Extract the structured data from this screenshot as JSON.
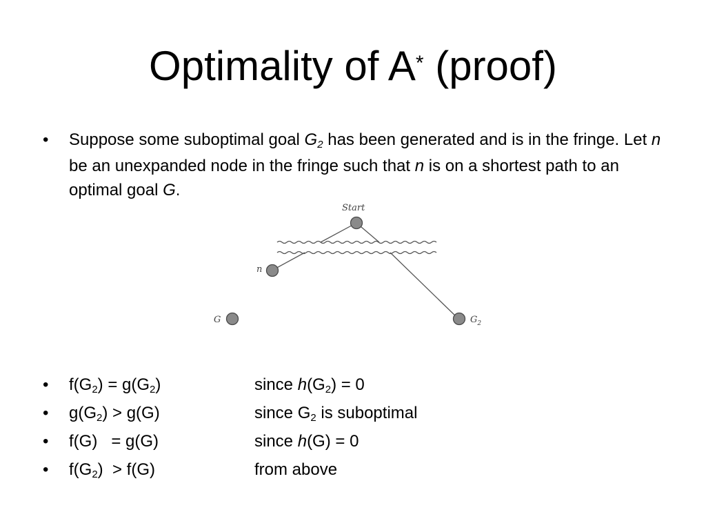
{
  "title": {
    "main": "Optimality of A",
    "sup": "*",
    "suffix": "(proof)"
  },
  "intro": {
    "bullet": "•",
    "t1": "Suppose some suboptimal goal ",
    "g": "G",
    "g_sub": "2",
    "t2": " has been generated and is in the fringe. Let ",
    "n1": "n",
    "t3": " be an unexpanded node in the fringe such that ",
    "n2": "n",
    "t4": " is on a shortest path to an optimal goal ",
    "g_opt": "G",
    "t5": "."
  },
  "diagram": {
    "label_start": "Start",
    "label_n": "n",
    "label_g": "G",
    "label_g2_main": "G",
    "label_g2_sub": "2",
    "node_color": "#8a8a8a",
    "edge_color": "#555555"
  },
  "equations": [
    {
      "bullet": "•",
      "left_a": "f(G",
      "left_a_sub": "2",
      "left_b": ")  = g(G",
      "left_b_sub": "2",
      "left_c": ")",
      "right_a": "since ",
      "right_i": "h",
      "right_b": "(G",
      "right_sub": "2",
      "right_c": ") = 0"
    },
    {
      "bullet": "•",
      "left_a": "g(G",
      "left_a_sub": "2",
      "left_b": ") > g(G)",
      "right_a": "since G",
      "right_sub": "2",
      "right_c": " is suboptimal"
    },
    {
      "bullet": "•",
      "left_a": "f(G)   = g(G)",
      "right_a": "since ",
      "right_i": "h",
      "right_c": "(G) = 0"
    },
    {
      "bullet": "•",
      "left_a": "f(G",
      "left_a_sub": "2",
      "left_b": ")  > f(G)",
      "right_a": "from above"
    }
  ]
}
